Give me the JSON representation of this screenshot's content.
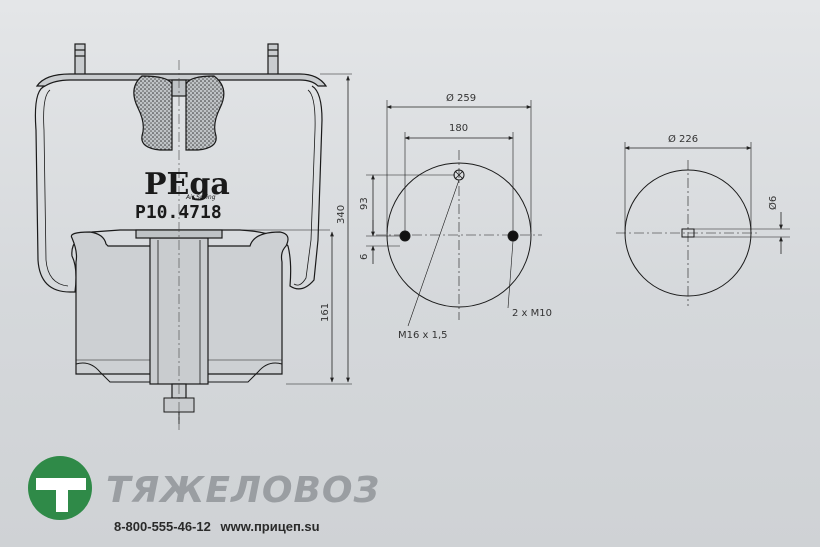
{
  "part": {
    "brand_mark": "PEga",
    "brand_sub": "Air Spring",
    "part_number": "P10.4718"
  },
  "front_view": {
    "height_total": "340",
    "height_lower": "161"
  },
  "top_plate": {
    "diameter": "Ø 259",
    "bolt_spacing": "180",
    "offset_upper": "93",
    "offset_lower": "6",
    "center_thread": "M16 x 1,5",
    "bolts": "2 x M10"
  },
  "bottom_plate": {
    "diameter": "Ø 226",
    "pin": "Ø6"
  },
  "footer": {
    "company": "ТЯЖЕЛОВОЗ",
    "phone": "8-800-555-46-12",
    "website": "www.прицеп.su",
    "logo_color": "#2f8a48"
  }
}
